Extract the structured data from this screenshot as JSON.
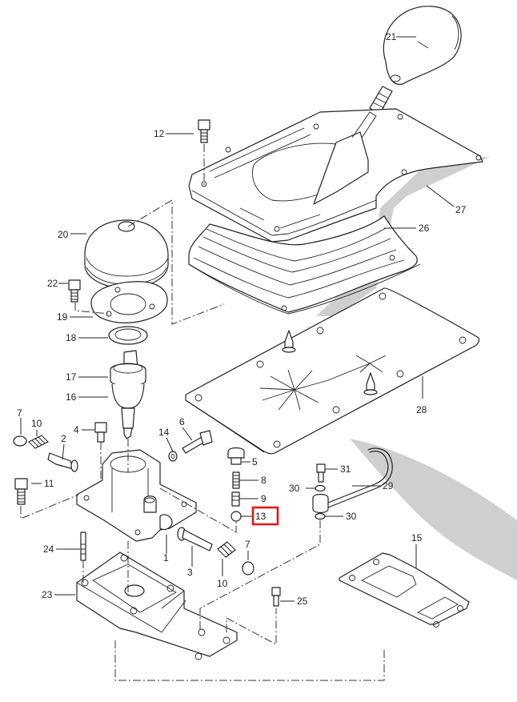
{
  "diagram": {
    "title": "Gear shift lever assembly — exploded parts view",
    "highlight_color": "#e01818",
    "line_color": "#222222",
    "watermark_color": "#cfcfcf",
    "highlighted_callout": "13",
    "callouts": {
      "c1": "1",
      "c2": "2",
      "c3": "3",
      "c4": "4",
      "c5": "5",
      "c6": "6",
      "c7a": "7",
      "c7b": "7",
      "c8": "8",
      "c9": "9",
      "c10a": "10",
      "c10b": "10",
      "c11": "11",
      "c12": "12",
      "c13": "13",
      "c14": "14",
      "c15": "15",
      "c16": "16",
      "c17": "17",
      "c18": "18",
      "c19": "19",
      "c20": "20",
      "c21": "21",
      "c22": "22",
      "c23": "23",
      "c24": "24",
      "c25": "25",
      "c26": "26",
      "c27": "27",
      "c28": "28",
      "c29": "29",
      "c30a": "30",
      "c30b": "30",
      "c31": "31"
    },
    "parts": [
      {
        "no": "1",
        "name": "gear shift housing"
      },
      {
        "no": "2",
        "name": "shift shaft"
      },
      {
        "no": "3",
        "name": "shift shaft"
      },
      {
        "no": "4",
        "name": "bolt"
      },
      {
        "no": "5",
        "name": "plug"
      },
      {
        "no": "6",
        "name": "bolt"
      },
      {
        "no": "7",
        "name": "cap"
      },
      {
        "no": "8",
        "name": "spring"
      },
      {
        "no": "9",
        "name": "spring"
      },
      {
        "no": "10",
        "name": "spring"
      },
      {
        "no": "11",
        "name": "bolt"
      },
      {
        "no": "12",
        "name": "bolt"
      },
      {
        "no": "13",
        "name": "ball"
      },
      {
        "no": "14",
        "name": "washer"
      },
      {
        "no": "15",
        "name": "gasket"
      },
      {
        "no": "16",
        "name": "shift lever"
      },
      {
        "no": "17",
        "name": "bushing"
      },
      {
        "no": "18",
        "name": "ring"
      },
      {
        "no": "19",
        "name": "plate"
      },
      {
        "no": "20",
        "name": "boot"
      },
      {
        "no": "21",
        "name": "shift knob"
      },
      {
        "no": "22",
        "name": "bolt"
      },
      {
        "no": "23",
        "name": "case"
      },
      {
        "no": "24",
        "name": "stud bolt"
      },
      {
        "no": "25",
        "name": "bolt"
      },
      {
        "no": "26",
        "name": "boot"
      },
      {
        "no": "27",
        "name": "plate"
      },
      {
        "no": "28",
        "name": "panel"
      },
      {
        "no": "29",
        "name": "rod"
      },
      {
        "no": "30",
        "name": "washer"
      },
      {
        "no": "31",
        "name": "bolt"
      }
    ]
  }
}
